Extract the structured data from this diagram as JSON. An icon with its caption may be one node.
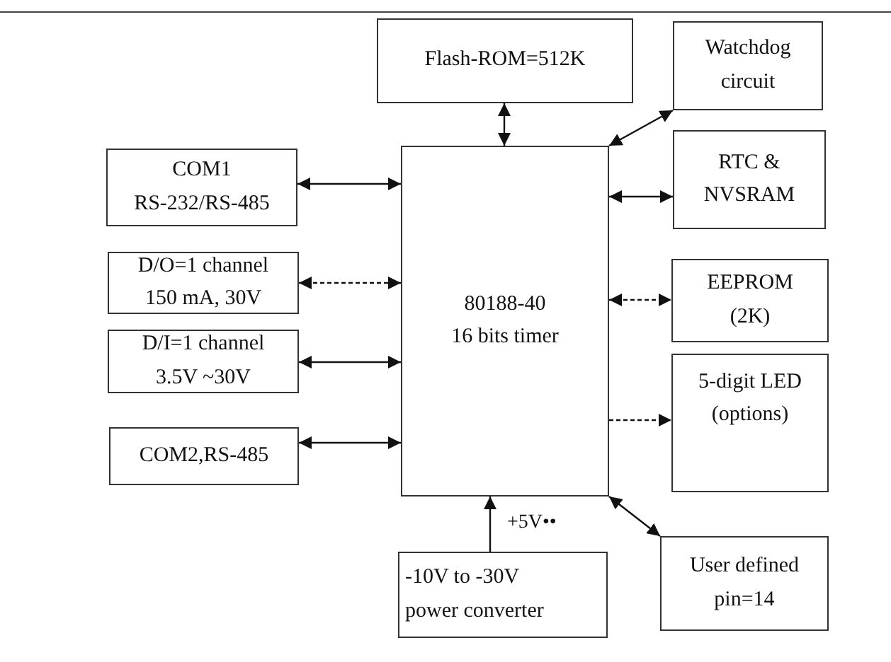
{
  "diagram": {
    "nodes": [
      {
        "text": [
          "Flash-ROM=512K"
        ]
      },
      {
        "text": [
          "Watchdog",
          "circuit"
        ]
      },
      {
        "text": [
          "COM1",
          "RS-232/RS-485"
        ]
      },
      {
        "text": [
          "80188-40",
          "16 bits timer"
        ]
      },
      {
        "text": [
          "RTC &",
          "NVSRAM"
        ]
      },
      {
        "text": [
          "D/O=1 channel",
          "150 mA, 30V"
        ]
      },
      {
        "text": [
          "D/I=1 channel",
          "3.5V ~30V"
        ]
      },
      {
        "text": [
          "EEPROM",
          "(2K)"
        ]
      },
      {
        "text": [
          "COM2,RS-485"
        ]
      },
      {
        "text": [
          "5-digit LED",
          "(options)"
        ]
      },
      {
        "text": [
          "-10V to -30V",
          "power converter"
        ]
      },
      {
        "text": [
          "User defined",
          "pin=14"
        ]
      }
    ],
    "edges": [
      {
        "from": 0,
        "to": 3,
        "arrow": "both"
      },
      {
        "from": 3,
        "to": 1,
        "arrow": "both"
      },
      {
        "from": 2,
        "to": 3,
        "arrow": "both"
      },
      {
        "from": 3,
        "to": 4,
        "arrow": "both"
      },
      {
        "from": 5,
        "to": 3,
        "arrow": "both",
        "style": "dashed"
      },
      {
        "from": 6,
        "to": 3,
        "arrow": "both"
      },
      {
        "from": 3,
        "to": 7,
        "arrow": "both",
        "style": "dashed"
      },
      {
        "from": 3,
        "to": 9,
        "arrow": "to",
        "style": "dashed"
      },
      {
        "from": 8,
        "to": 3,
        "arrow": "both"
      },
      {
        "from": 3,
        "to": 11,
        "arrow": "both"
      },
      {
        "from": 10,
        "to": 3,
        "arrow": "to",
        "label": "+5V••"
      }
    ]
  }
}
